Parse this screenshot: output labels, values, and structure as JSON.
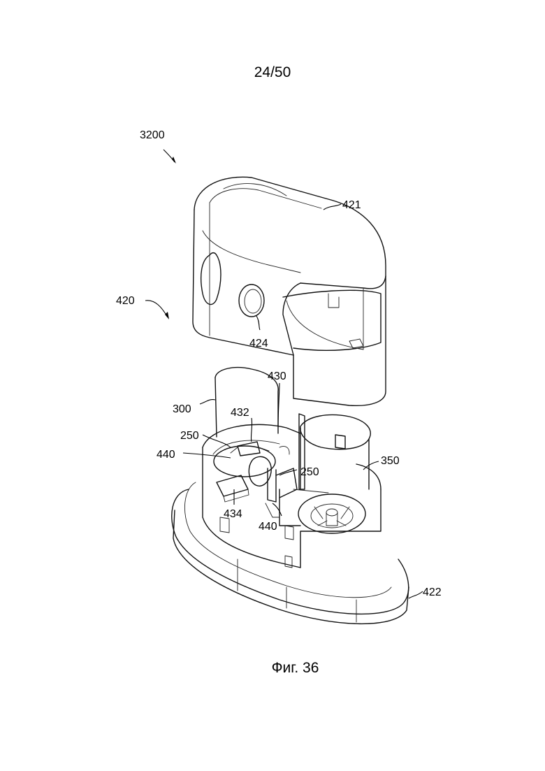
{
  "page_number": "24/50",
  "caption": "Фиг. 36",
  "labels": {
    "l3200": "3200",
    "l421": "421",
    "l420": "420",
    "l424": "424",
    "l430": "430",
    "l300": "300",
    "l432": "432",
    "l250a": "250",
    "l440a": "440",
    "l250b": "250",
    "l350": "350",
    "l434": "434",
    "l440b": "440",
    "l422": "422"
  }
}
